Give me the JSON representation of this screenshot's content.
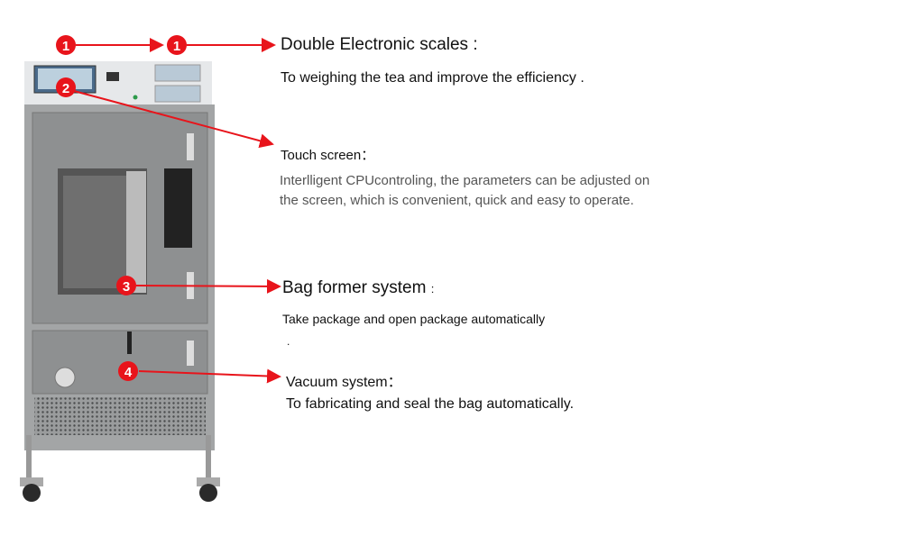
{
  "colors": {
    "accent": "#e8141b",
    "panel": "#e6e8ea",
    "body": "#8e9091"
  },
  "callouts": [
    {
      "number": "1",
      "title": "Double Electronic scales :",
      "description": "To weighing the tea and improve the efficiency ."
    },
    {
      "number": "2",
      "title": "Touch screen：",
      "description_lines": [
        "Interlligent CPUcontroling, the parameters can be adjusted on",
        "the screen, which is convenient, quick and easy to operate."
      ]
    },
    {
      "number": "3",
      "title": "Bag former system",
      "title_suffix": ":",
      "description": "Take package and open package automatically",
      "extra": "."
    },
    {
      "number": "4",
      "title": "Vacuum system：",
      "description": "To fabricating and seal the bag automatically."
    }
  ]
}
